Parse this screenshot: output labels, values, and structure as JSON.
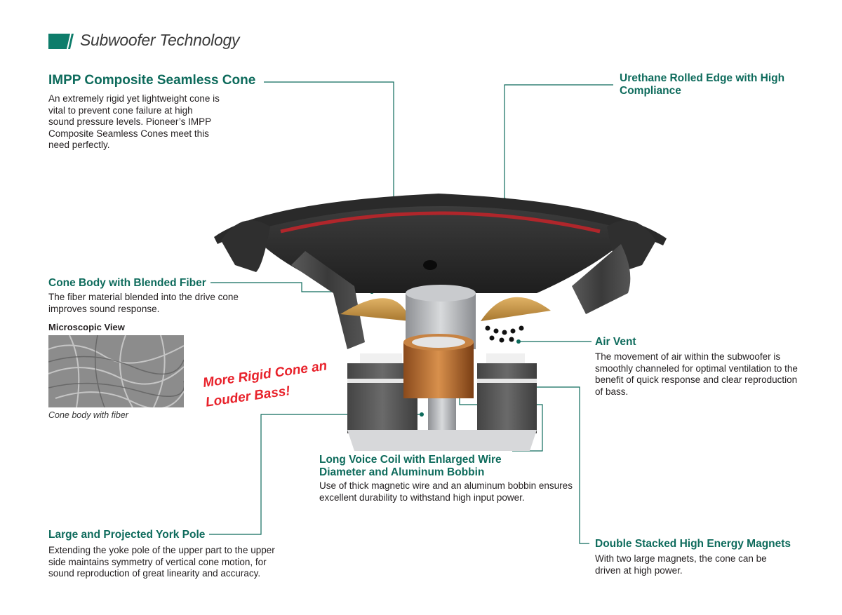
{
  "header": {
    "title": "Subwoofer Technology"
  },
  "callouts": {
    "impp": {
      "title": "IMPP Composite Seamless Cone",
      "body": "An extremely rigid yet lightweight cone is vital to prevent cone failure at high sound pressure levels. Pioneer’s IMPP Composite Seamless Cones meet this need perfectly."
    },
    "urethane": {
      "title": "Urethane Rolled Edge with High Compliance"
    },
    "cone_body": {
      "title": "Cone Body with Blended Fiber",
      "body": "The fiber material blended into the drive cone improves sound response."
    },
    "microscopic": {
      "title": "Microscopic View",
      "caption": "Cone body with fiber"
    },
    "badge": {
      "line1": "More Rigid Cone and",
      "line2": "Louder Bass!"
    },
    "air_vent": {
      "title": "Air Vent",
      "body": "The movement of air within the subwoofer is smoothly channeled for optimal ventilation to the benefit of quick response and clear reproduction of bass."
    },
    "voice_coil": {
      "title": "Long Voice Coil with Enlarged Wire Diameter and Aluminum Bobbin",
      "body": "Use of thick magnetic wire and an aluminum bobbin ensures excellent durability to withstand high input power."
    },
    "york_pole": {
      "title": "Large and Projected York Pole",
      "body": "Extending the yoke pole of the upper part to the upper side maintains symmetry of vertical cone motion, for sound reproduction of great linearity and accuracy."
    },
    "magnets": {
      "title": "Double Stacked High Energy Magnets",
      "body": "With two large magnets, the cone can be driven at high power."
    }
  },
  "colors": {
    "accent": "#0e6b5c",
    "badge": "#e8222b",
    "text": "#231f20"
  },
  "icons": {
    "header_mark": "slanted-bar-mark"
  }
}
